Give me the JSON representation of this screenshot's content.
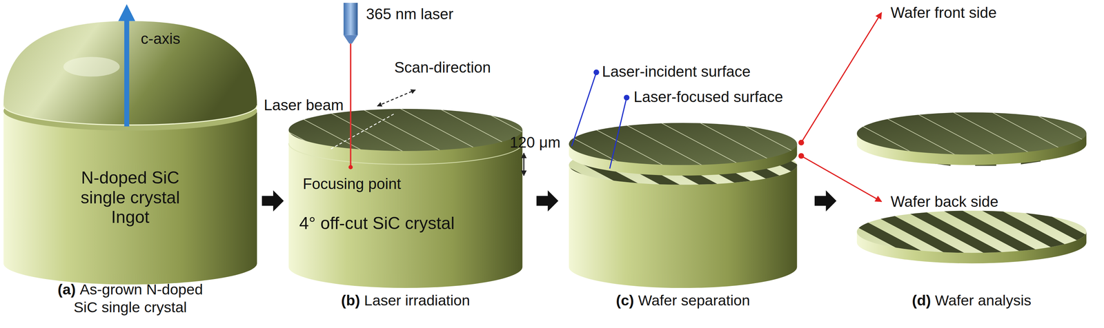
{
  "diagram": {
    "labels": [
      "c-axis",
      "N-doped SiC single crystal Ingot",
      "(a)",
      "As-grown N-doped SiC single crystal",
      "365 nm laser",
      "Scan-direction",
      "Laser beam",
      "120 μm",
      "Focusing point",
      "4° off-cut SiC crystal",
      "(b)",
      "Laser irradiation",
      "Laser-incident surface",
      "Laser-focused surface",
      "(c)",
      "Wafer separation",
      "Wafer front side",
      "Wafer back side",
      "(d)",
      "Wafer analysis"
    ]
  }
}
